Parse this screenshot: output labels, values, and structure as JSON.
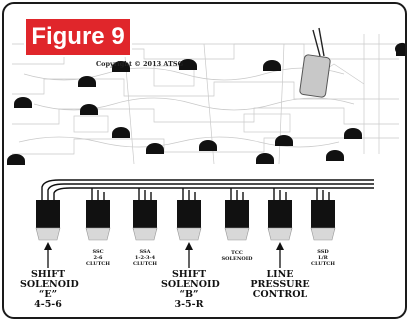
{
  "badge": {
    "title": "Figure 9",
    "color": "#e0262b"
  },
  "copyright": "Copyright © 2013 ATSG",
  "labels": {
    "shift_e": [
      "SHIFT",
      "SOLENOID",
      "“E”",
      "4-5-6"
    ],
    "ssc": [
      "SSC",
      "2-6",
      "CLUTCH"
    ],
    "ssa": [
      "SSA",
      "1-2-3-4",
      "CLUTCH"
    ],
    "shift_b": [
      "SHIFT",
      "SOLENOID",
      "“B”",
      "3-5-R"
    ],
    "tcc": [
      "TCC",
      "SOLENOID"
    ],
    "line": [
      "LINE",
      "PRESSURE",
      "CONTROL"
    ],
    "ssd": [
      "SSD",
      "L/R",
      "CLUTCH"
    ]
  }
}
